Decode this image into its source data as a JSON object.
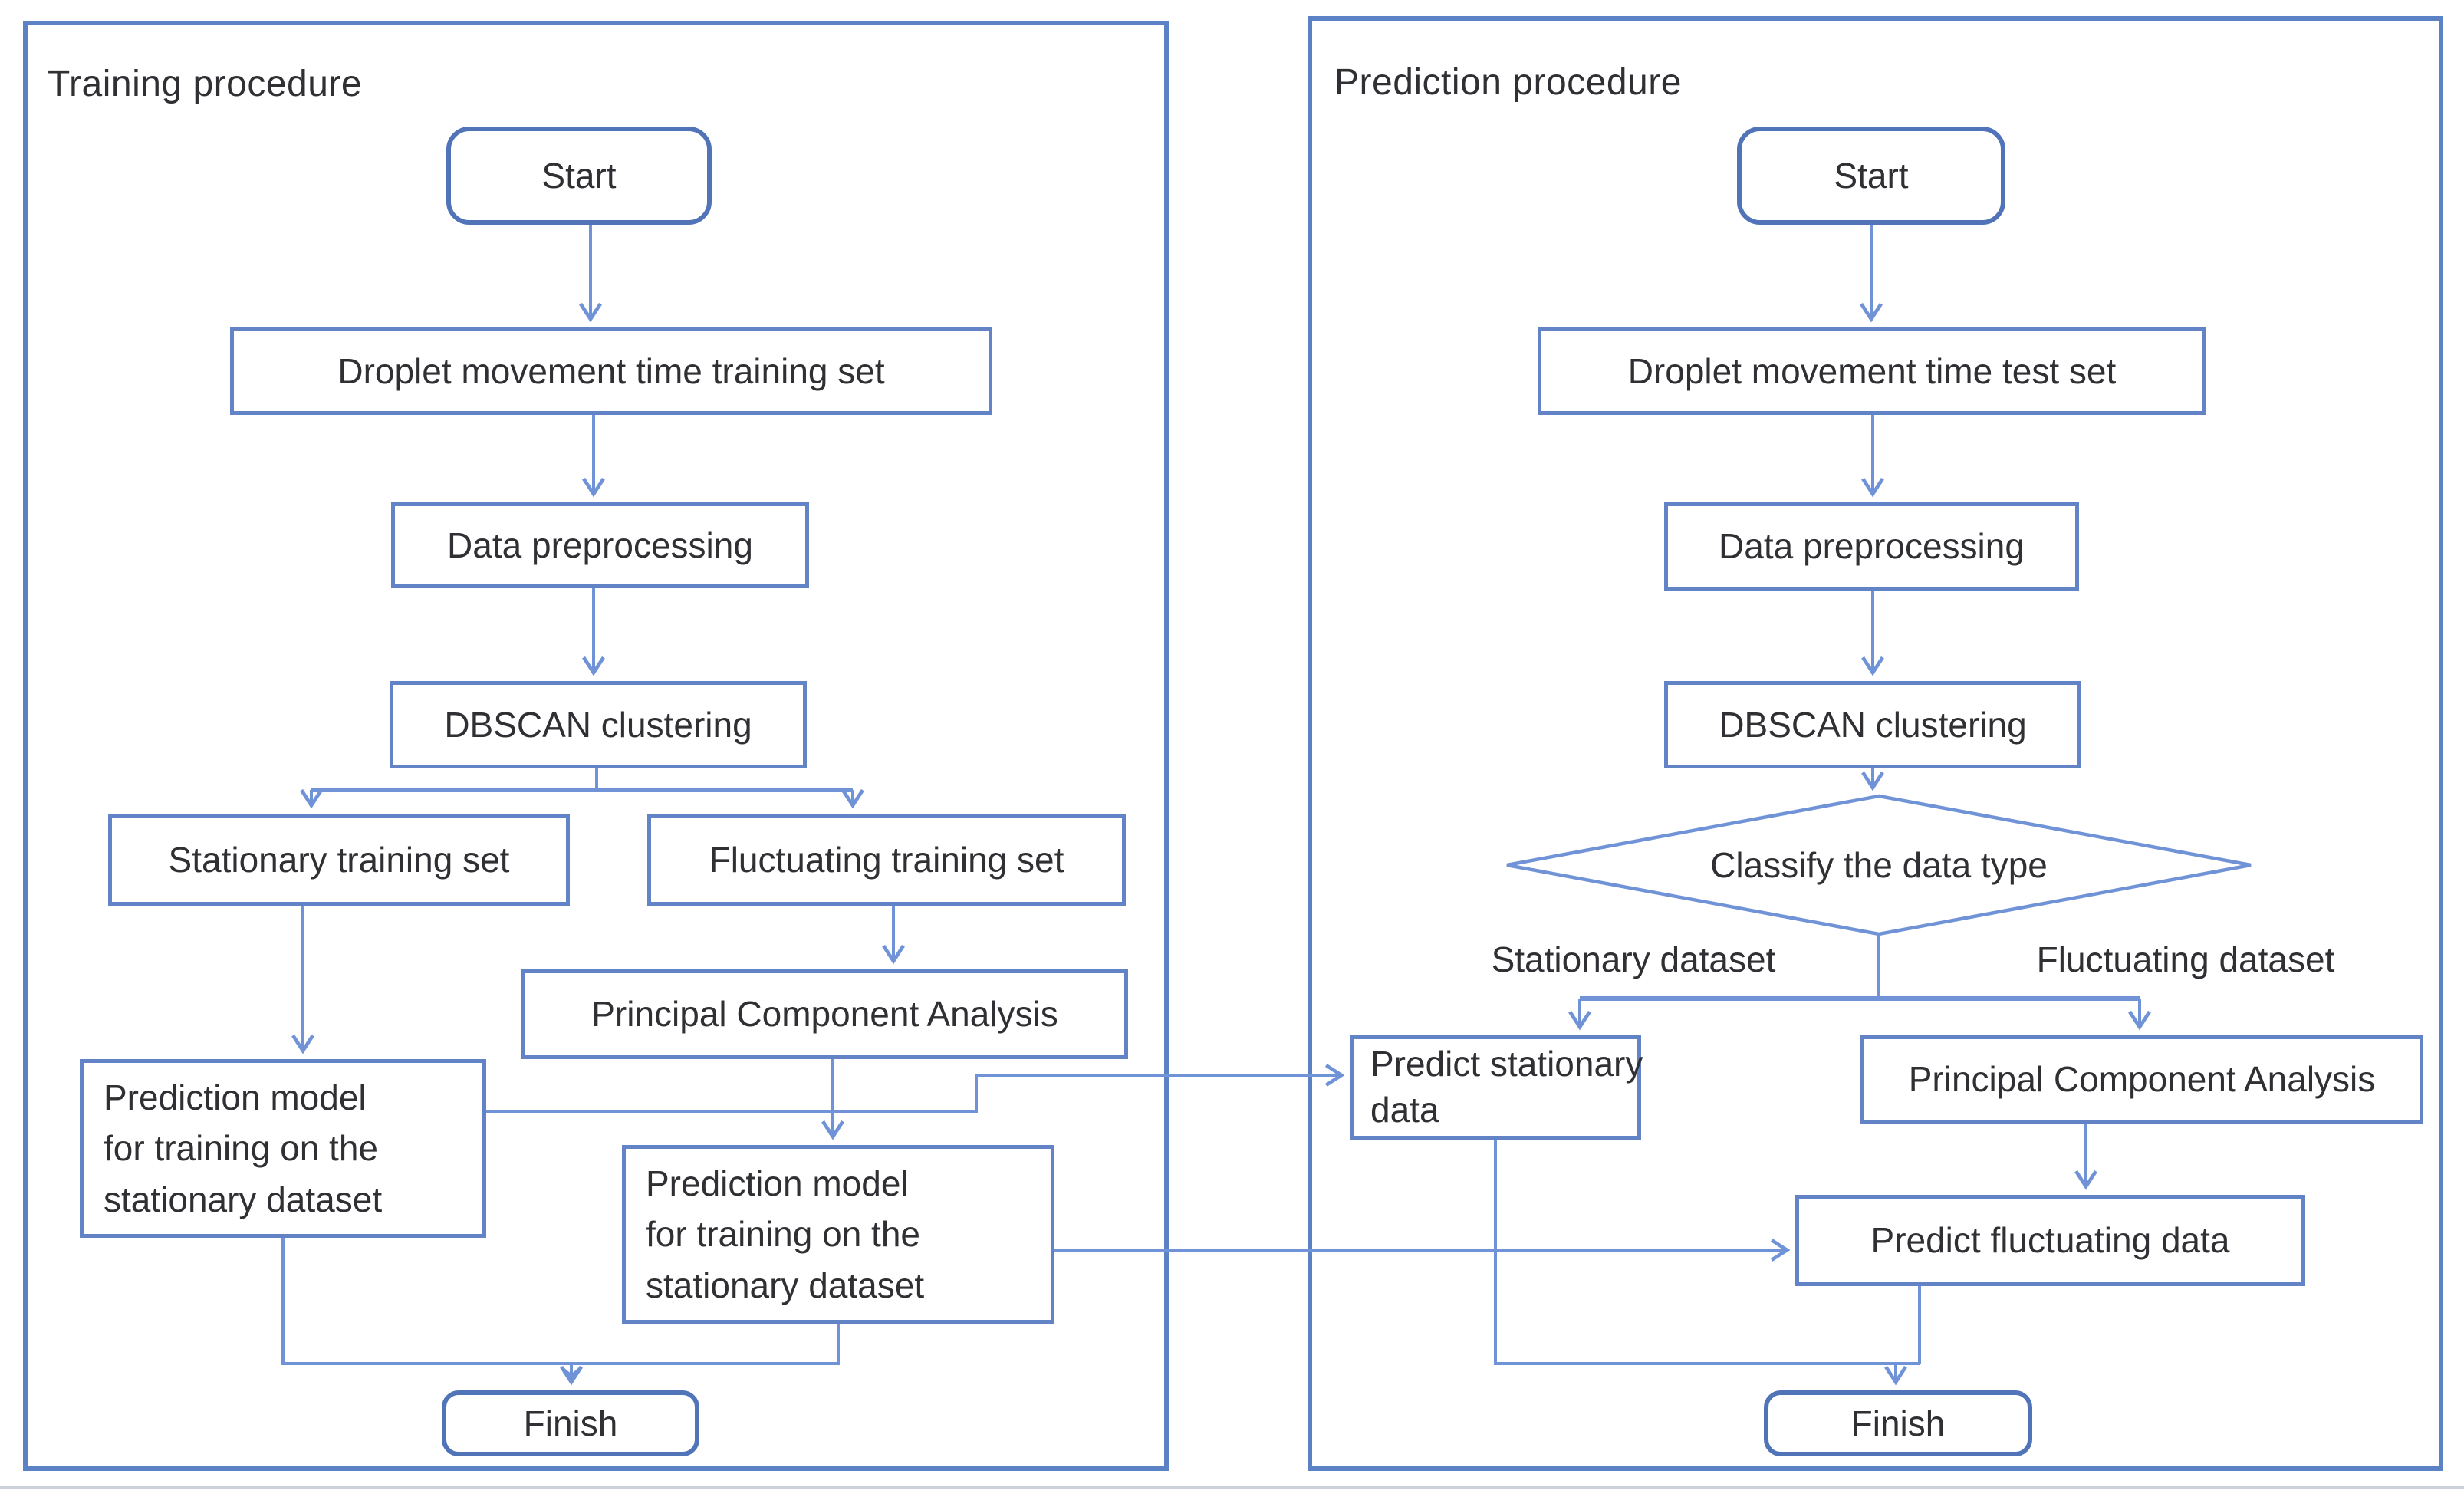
{
  "colors": {
    "panel-border": "#5b82c4",
    "box-border": "#6283c6",
    "terminal-border": "#5173b8",
    "line": "#6f93d6",
    "text": "#303034",
    "bottom-rule": "#ccd0d8"
  },
  "training": {
    "title": "Training procedure",
    "start": "Start",
    "dataset": "Droplet movement time training set",
    "preprocessing": "Data preprocessing",
    "clustering": "DBSCAN clustering",
    "stationary_set": "Stationary training set",
    "fluctuating_set": "Fluctuating training set",
    "pca": "Principal Component Analysis",
    "model_a_lines": [
      "Prediction model",
      "for training on the",
      "stationary dataset"
    ],
    "model_b_lines": [
      "Prediction model",
      "for training on the",
      "stationary dataset"
    ],
    "finish": "Finish"
  },
  "prediction": {
    "title": "Prediction procedure",
    "start": "Start",
    "dataset": "Droplet movement time test set",
    "preprocessing": "Data preprocessing",
    "clustering": "DBSCAN clustering",
    "decision": "Classify the data type",
    "branch_left": "Stationary dataset",
    "branch_right": "Fluctuating dataset",
    "predict_stationary_lines": [
      "Predict stationary",
      "data"
    ],
    "pca": "Principal Component Analysis",
    "predict_fluctuating": "Predict fluctuating data",
    "finish": "Finish"
  }
}
